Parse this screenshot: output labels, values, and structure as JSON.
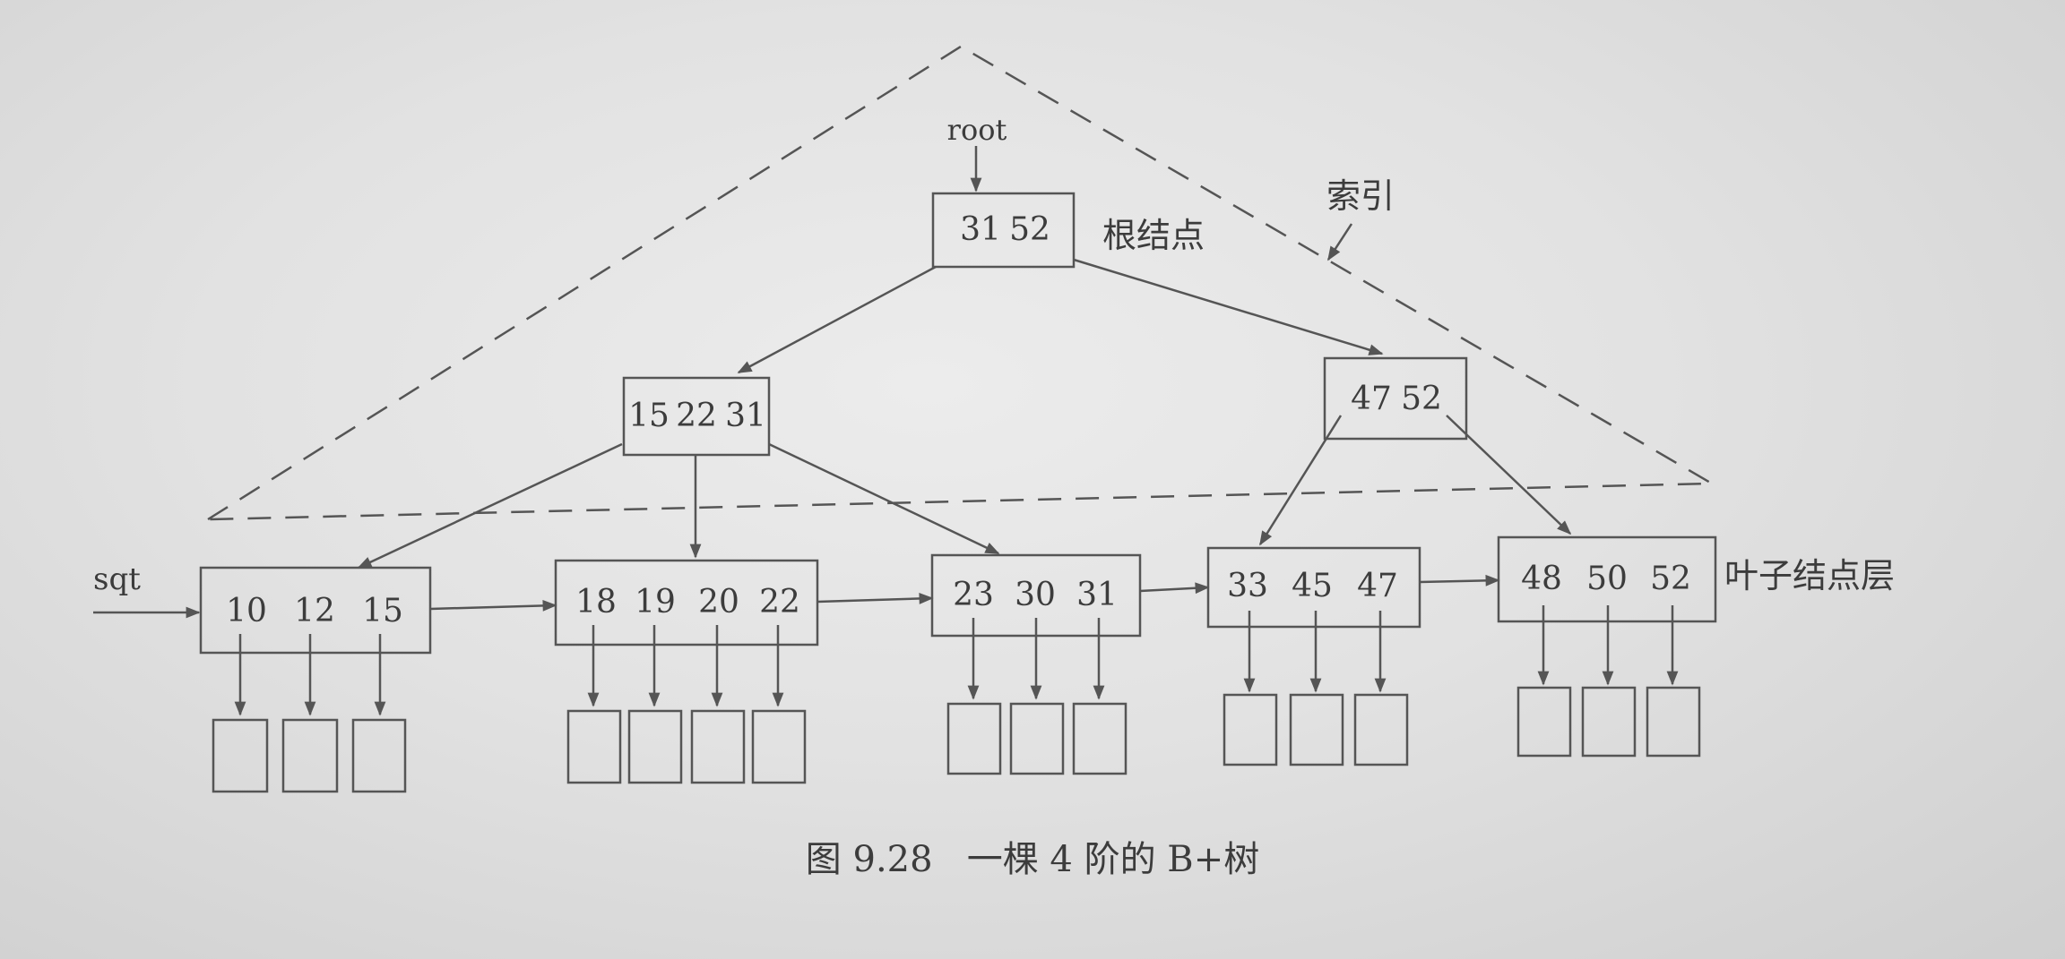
{
  "labels": {
    "root": "root",
    "root_node": "根结点",
    "index": "索引",
    "sqt": "sqt",
    "leaf_layer": "叶子结点层",
    "caption": "图 9.28   一棵 4 阶的 B+树"
  },
  "nodes": {
    "root": [
      "31",
      "52"
    ],
    "internal": [
      [
        "15",
        "22",
        "31"
      ],
      [
        "47",
        "52"
      ]
    ],
    "leaves": [
      [
        "10",
        "12",
        "15"
      ],
      [
        "18",
        "19",
        "20",
        "22"
      ],
      [
        "23",
        "30",
        "31"
      ],
      [
        "33",
        "45",
        "47"
      ],
      [
        "48",
        "50",
        "52"
      ]
    ]
  },
  "colors": {
    "ink": "#3c3c3c",
    "line": "#555555",
    "paper": "#e4e4e4"
  }
}
